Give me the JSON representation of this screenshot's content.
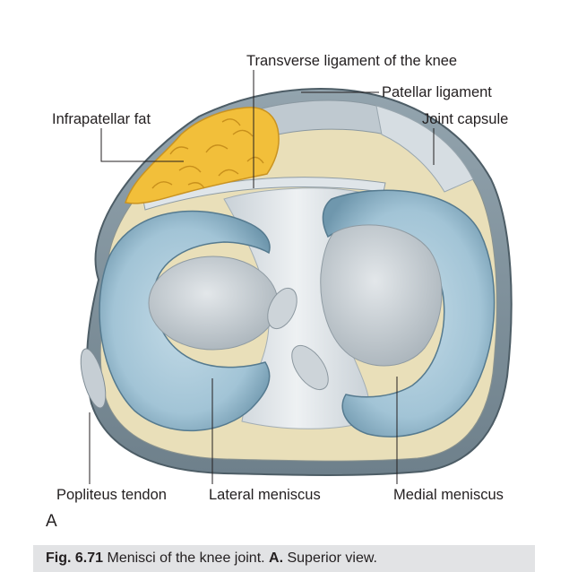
{
  "labels": {
    "transverse_ligament": "Transverse ligament of the knee",
    "patellar_ligament": "Patellar ligament",
    "infrapatellar_fat": "Infrapatellar fat",
    "joint_capsule": "Joint capsule",
    "popliteus_tendon": "Popliteus tendon",
    "lateral_meniscus": "Lateral meniscus",
    "medial_meniscus": "Medial meniscus"
  },
  "panel_letter": "A",
  "caption": {
    "fig_number": "Fig. 6.71",
    "title": "Menisci of the knee joint.",
    "panel": "A.",
    "view": "Superior view."
  },
  "colors": {
    "capsule": "#7d8f9b",
    "meniscus": "#a9cbdc",
    "cartilage": "#d2d8dd",
    "fat": "#f3c13a",
    "ligament": "#e6eaed",
    "tan": "#eadfb8"
  }
}
